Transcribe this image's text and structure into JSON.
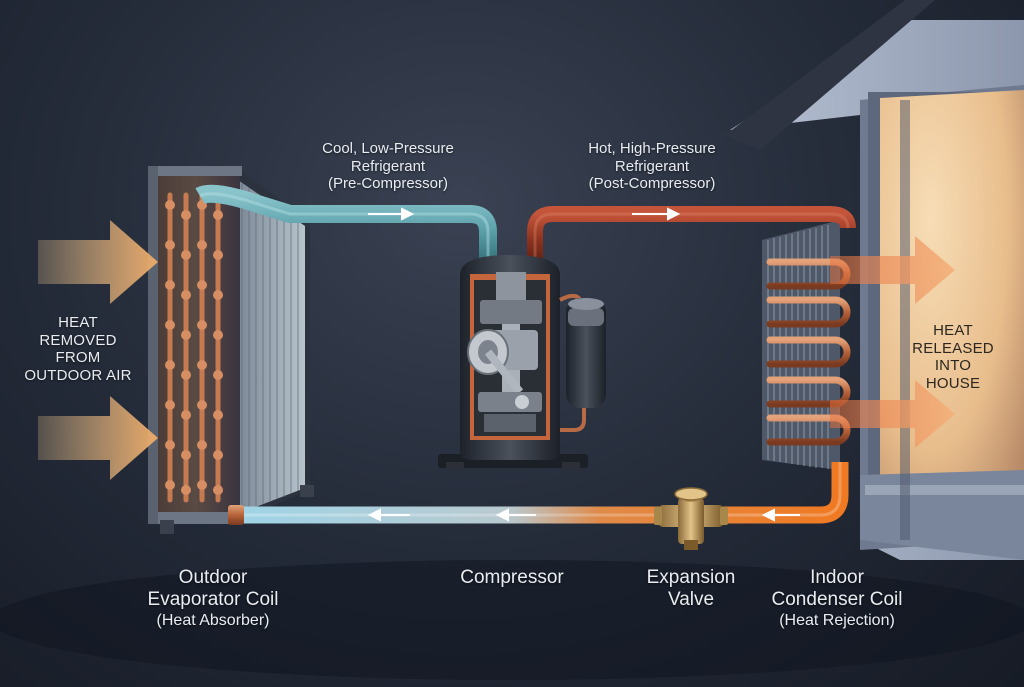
{
  "labels": {
    "top_left": {
      "line1": "Cool, Low-Pressure",
      "line2": "Refrigerant",
      "line3": "(Pre-Compressor)"
    },
    "top_right": {
      "line1": "Hot, High-Pressure",
      "line2": "Refrigerant",
      "line3": "(Post-Compressor)"
    },
    "heat_removed": {
      "line1": "HEAT",
      "line2": "REMOVED",
      "line3": "FROM",
      "line4": "OUTDOOR AIR"
    },
    "heat_released": {
      "line1": "HEAT",
      "line2": "RELEASED",
      "line3": "INTO",
      "line4": "HOUSE"
    },
    "evaporator": {
      "line1": "Outdoor",
      "line2": "Evaporator Coil",
      "line3": "(Heat Absorber)"
    },
    "compressor": {
      "line1": "Compressor"
    },
    "expansion_valve": {
      "line1": "Expansion",
      "line2": "Valve"
    },
    "condenser": {
      "line1": "Indoor",
      "line2": "Condenser Coil",
      "line3": "(Heat Rejection)"
    }
  },
  "colors": {
    "cool_refrigerant": "#5fa3ad",
    "hot_refrigerant": "#8e3420",
    "liquid_line_warm": "#e0782c",
    "liquid_line_cool": "#8fc8dc",
    "heat_arrow_in": "#e4b47a",
    "heat_arrow_out": "#f0a070",
    "copper": "#c0724a",
    "house_interior": "#f3d3a8"
  }
}
